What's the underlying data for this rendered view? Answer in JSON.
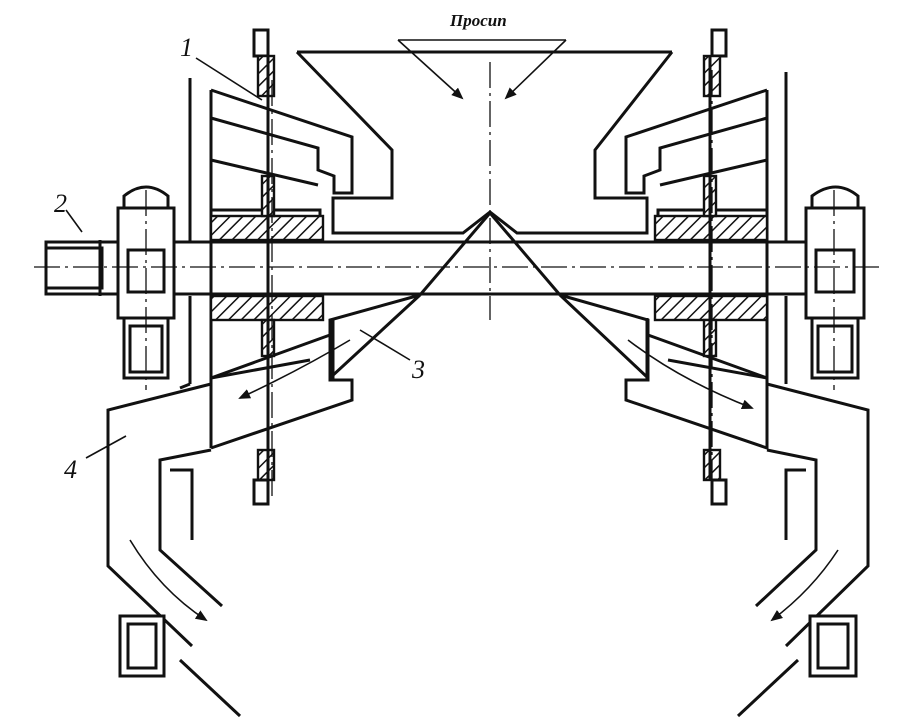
{
  "figure": {
    "title": "Просип",
    "labels": {
      "l1": "1",
      "l2": "2",
      "l3": "3",
      "l4": "4"
    }
  }
}
